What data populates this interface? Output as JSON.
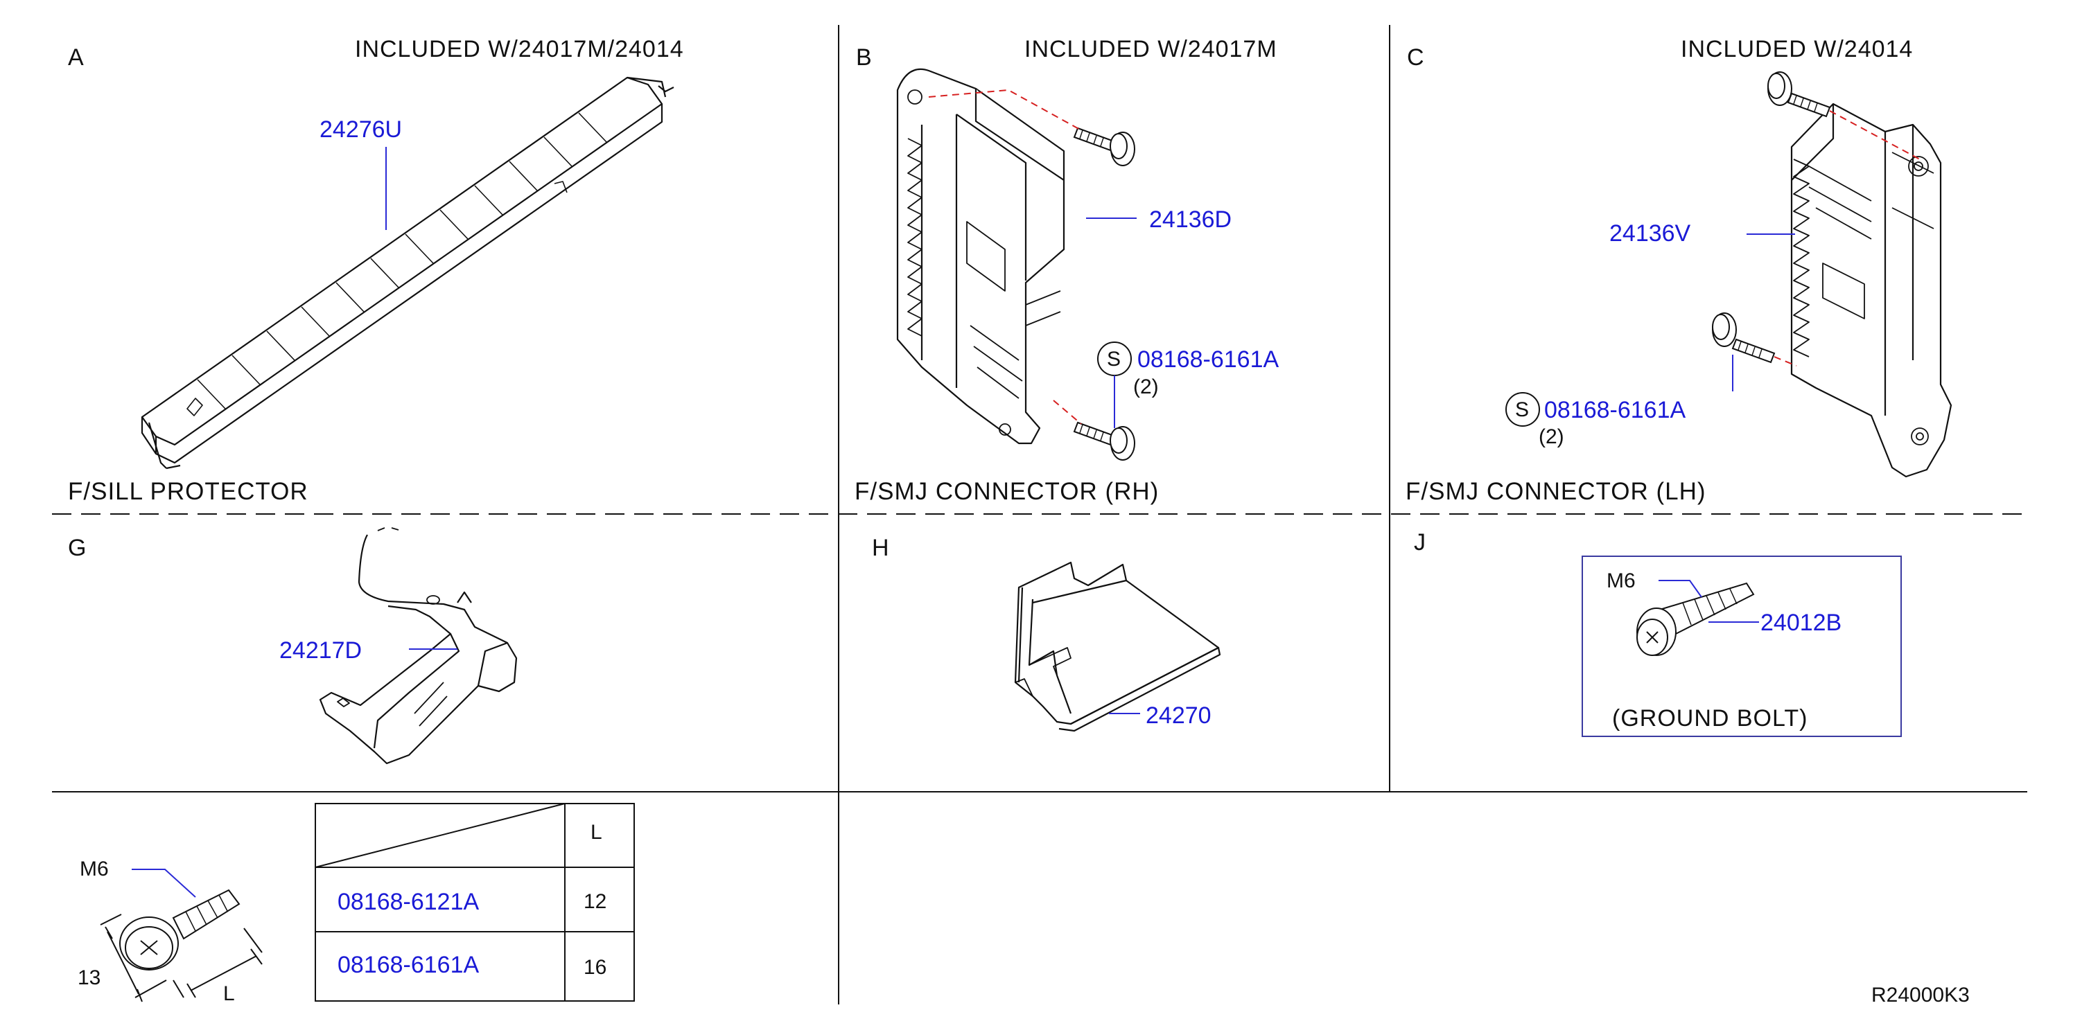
{
  "panels": {
    "A": {
      "letter": "A",
      "included": "INCLUDED  W/24017M/24014",
      "part": "24276U",
      "caption": "F/SILL  PROTECTOR"
    },
    "B": {
      "letter": "B",
      "included": "INCLUDED  W/24017M",
      "part": "24136D",
      "screw_symbol": "S",
      "screw_part": "08168-6161A",
      "screw_qty": "(2)",
      "caption": "F/SMJ  CONNECTOR  (RH)"
    },
    "C": {
      "letter": "C",
      "included": "INCLUDED  W/24014",
      "part": "24136V",
      "screw_symbol": "S",
      "screw_part": "08168-6161A",
      "screw_qty": "(2)",
      "caption": "F/SMJ  CONNECTOR  (LH)"
    },
    "G": {
      "letter": "G",
      "part": "24217D"
    },
    "H": {
      "letter": "H",
      "part": "24270"
    },
    "J": {
      "letter": "J",
      "size": "M6",
      "part": "24012B",
      "caption": "(GROUND   BOLT)"
    }
  },
  "bolt_spec": {
    "size": "M6",
    "dim_head": "13",
    "dim_length": "L",
    "table": {
      "header_l": "L",
      "rows": [
        {
          "part": "08168-6121A",
          "length": "12"
        },
        {
          "part": "08168-6161A",
          "length": "16"
        }
      ]
    }
  },
  "diagram_code": "R24000K3",
  "colors": {
    "part_number": "#1a1ad6",
    "leader": "#2a2ad6",
    "line": "#111111",
    "dashed_red": "#d62020"
  }
}
